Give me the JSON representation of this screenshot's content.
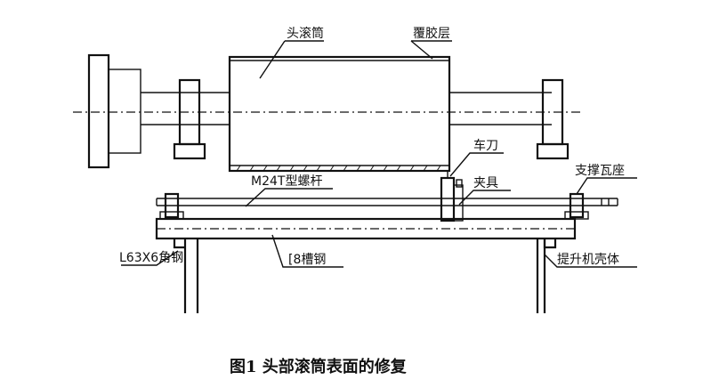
{
  "labels": {
    "head_drum": "头滚筒",
    "rubber_layer": "覆胶层",
    "turning_tool": "车刀",
    "m24_screw": "M24T型螺杆",
    "fixture": "夹具",
    "bearing_seat": "支撑瓦座",
    "angle_steel": "L63X6角钢",
    "channel_steel": "[8槽钢",
    "hoist_casing": "提升机壳体"
  },
  "caption": "图1  头部滚筒表面的修复"
}
